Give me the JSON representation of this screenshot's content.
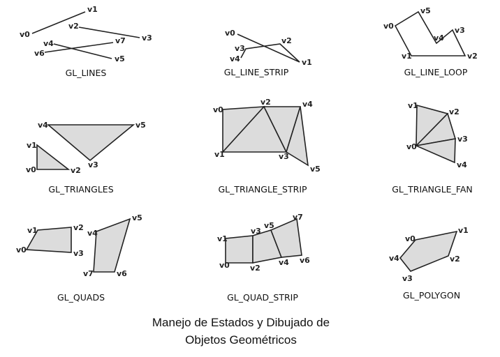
{
  "caption": {
    "line1": "Manejo de Estados y Dibujado de",
    "line2": "Objetos Geométricos"
  },
  "colors": {
    "stroke": "#222222",
    "fill": "#dcdcdc",
    "background": "#ffffff"
  },
  "panels": [
    {
      "id": "lines",
      "label": "GL_LINES",
      "mode": "lines",
      "vertices": [
        "v0",
        "v1",
        "v2",
        "v3",
        "v4",
        "v5",
        "v6",
        "v7"
      ]
    },
    {
      "id": "line-strip",
      "label": "GL_LINE_STRIP",
      "mode": "line-strip",
      "vertices": [
        "v0",
        "v1",
        "v2",
        "v3",
        "v4"
      ]
    },
    {
      "id": "line-loop",
      "label": "GL_LINE_LOOP",
      "mode": "line-loop",
      "vertices": [
        "v0",
        "v1",
        "v2",
        "v3",
        "v4",
        "v5"
      ]
    },
    {
      "id": "triangles",
      "label": "GL_TRIANGLES",
      "mode": "triangles",
      "vertices": [
        "v0",
        "v1",
        "v2",
        "v3",
        "v4",
        "v5"
      ]
    },
    {
      "id": "triangle-strip",
      "label": "GL_TRIANGLE_STRIP",
      "mode": "triangle-strip",
      "vertices": [
        "v0",
        "v1",
        "v2",
        "v3",
        "v4",
        "v5"
      ]
    },
    {
      "id": "triangle-fan",
      "label": "GL_TRIANGLE_FAN",
      "mode": "triangle-fan",
      "vertices": [
        "v0",
        "v1",
        "v2",
        "v3",
        "v4"
      ]
    },
    {
      "id": "quads",
      "label": "GL_QUADS",
      "mode": "quads",
      "vertices": [
        "v0",
        "v1",
        "v2",
        "v3",
        "v4",
        "v5",
        "v6",
        "v7"
      ]
    },
    {
      "id": "quad-strip",
      "label": "GL_QUAD_STRIP",
      "mode": "quad-strip",
      "vertices": [
        "v0",
        "v1",
        "v2",
        "v3",
        "v4",
        "v5",
        "v6",
        "v7"
      ]
    },
    {
      "id": "polygon",
      "label": "GL_POLYGON",
      "mode": "polygon",
      "vertices": [
        "v0",
        "v1",
        "v2",
        "v3",
        "v4"
      ]
    }
  ]
}
